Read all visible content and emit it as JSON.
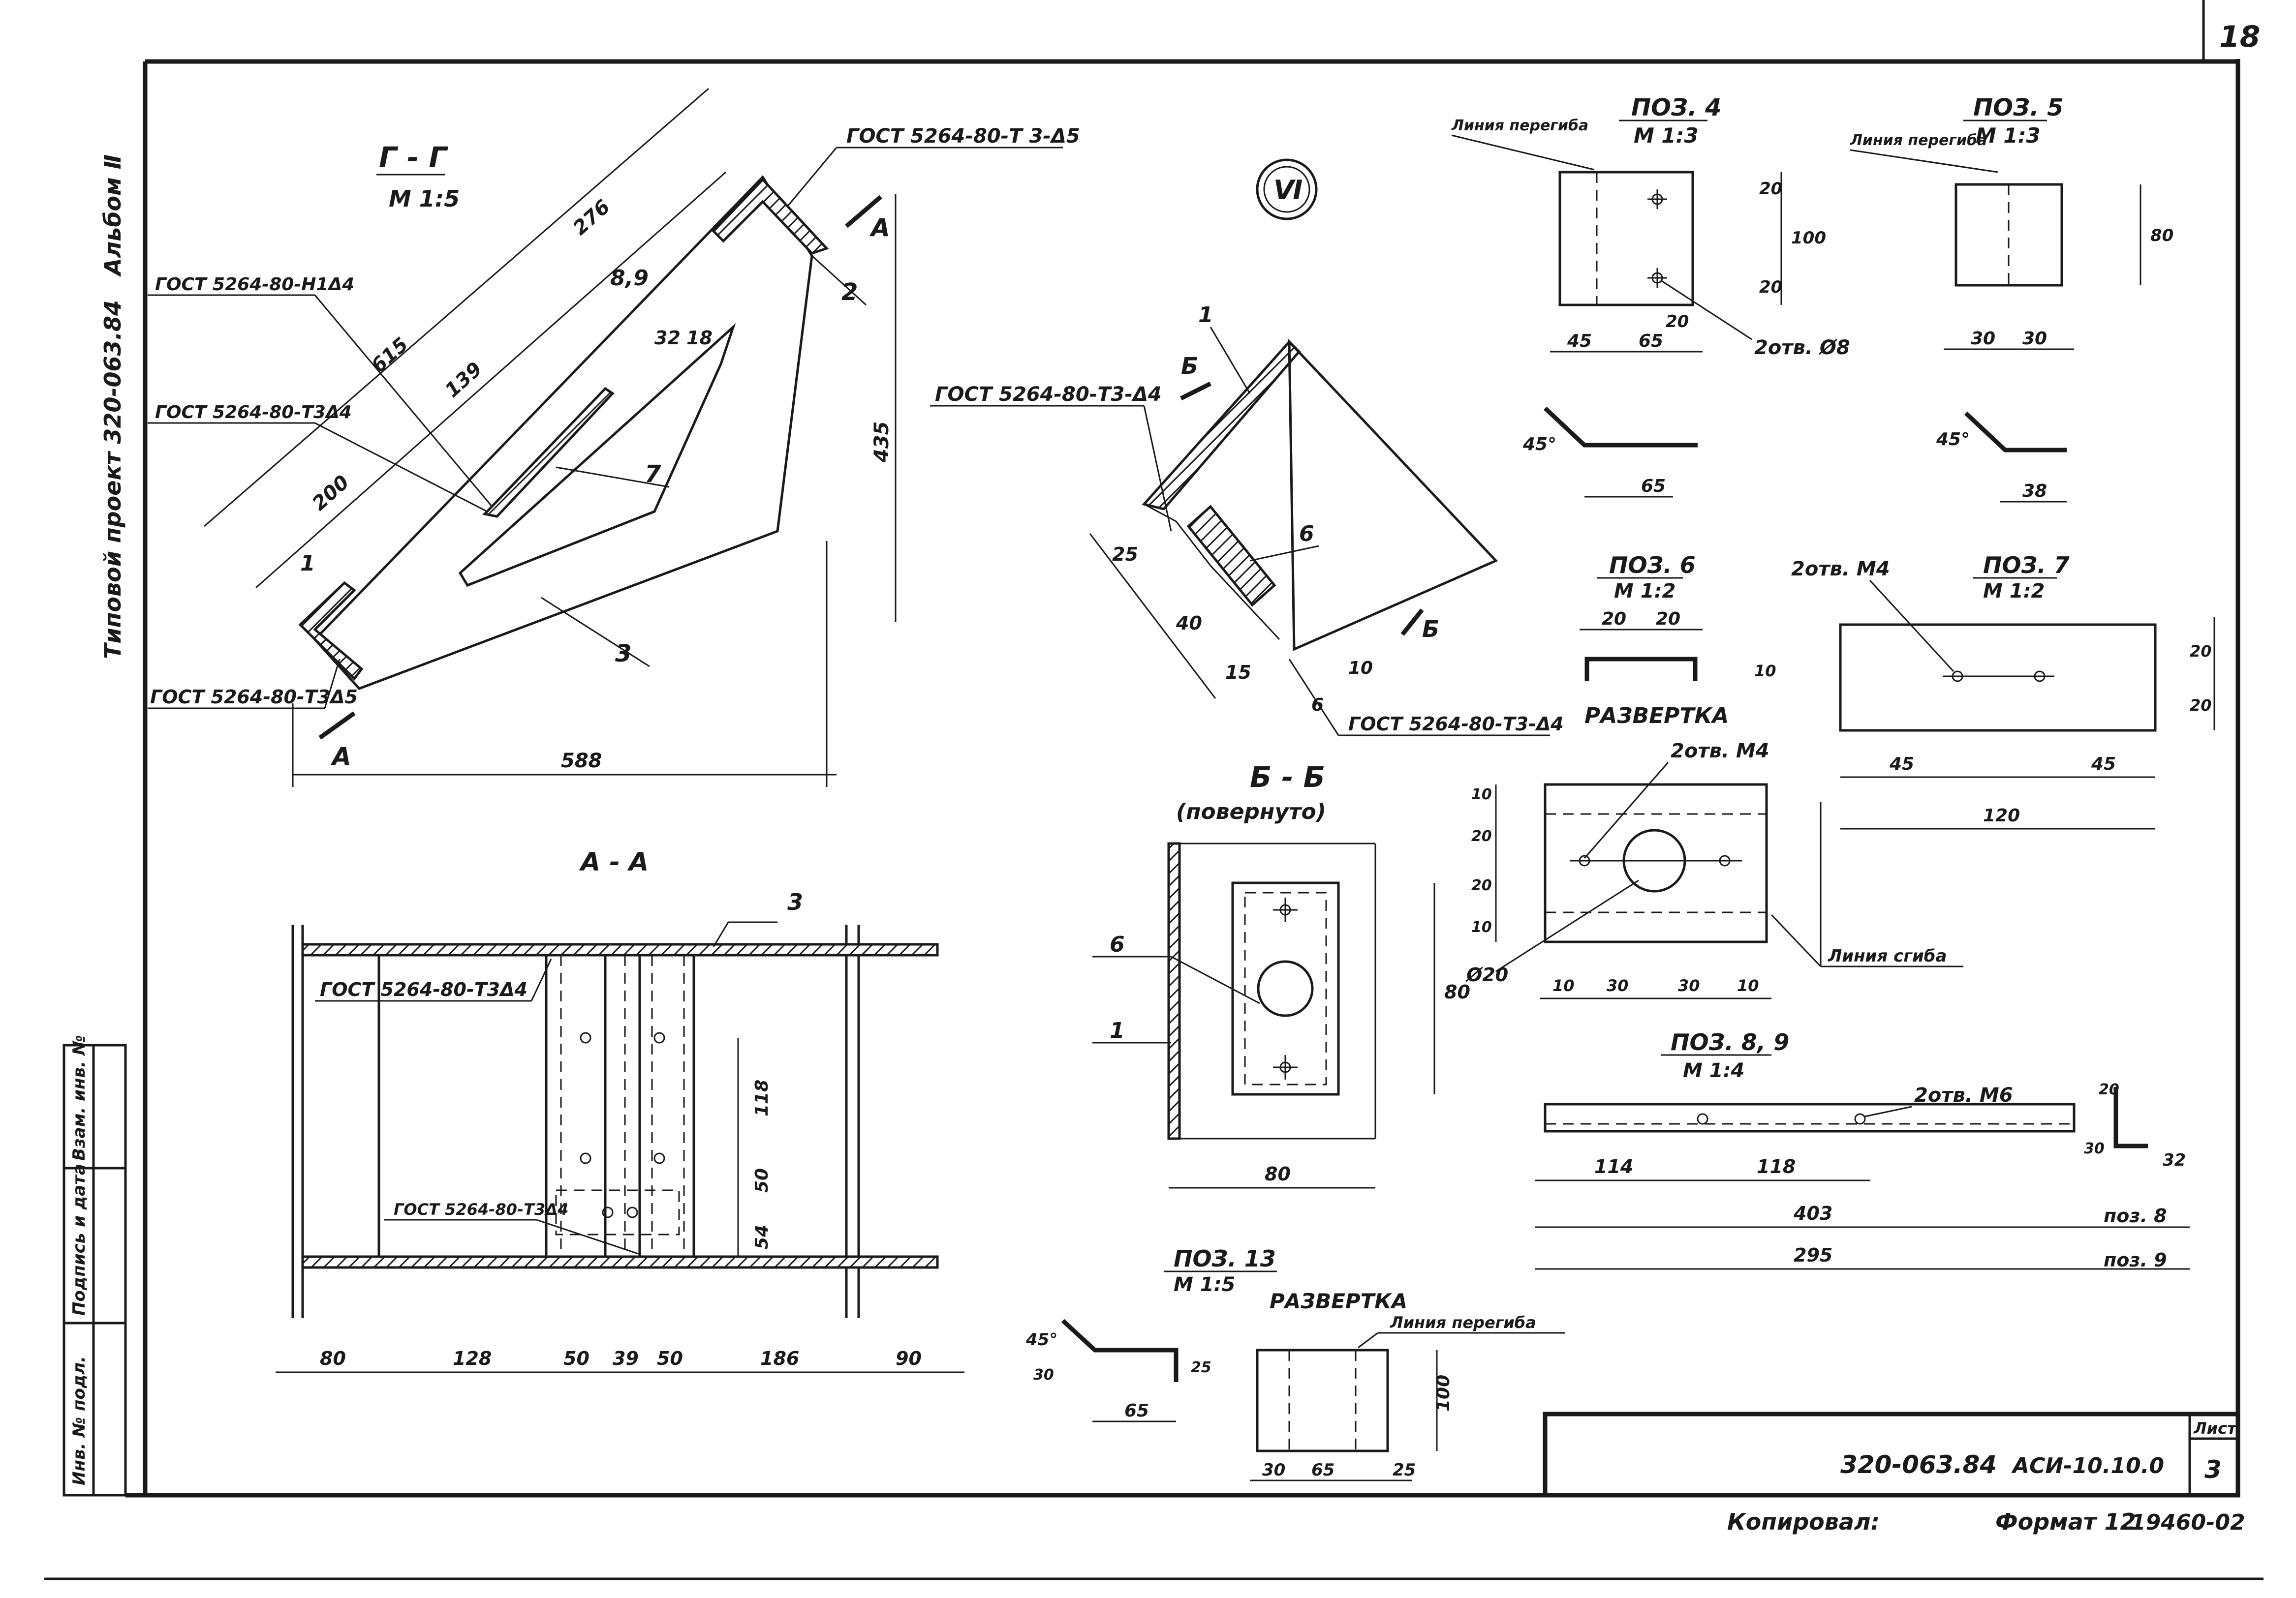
{
  "sheet": {
    "page_number": "18",
    "album": "Альбом Ⅱ",
    "project": "Типовой проект 320-063.84",
    "drawing_code": "320-063.84",
    "mark": "АСИ-10.10.0",
    "sheet_label": "Лист",
    "sheet_number": "3",
    "copied_by": "Копировал:",
    "format": "Формат 12",
    "order_no": "19460-02",
    "stamp_fields": [
      "Инв. № подл.",
      "Подпись и дата",
      "Взам. инв. №"
    ]
  },
  "view_g": {
    "title": "Г - Г",
    "scale": "М 1:5",
    "weld_top": "ГОСТ 5264-80-Т 3-Δ5",
    "weld_left1": "ГОСТ 5264-80-Н1Δ4",
    "weld_left2": "ГОСТ 5264-80-Т3Δ4",
    "weld_bottom": "ГОСТ 5264-80-Т3Δ5",
    "dims": [
      "615",
      "276",
      "139",
      "200",
      "8,9",
      "32",
      "18",
      "435",
      "588"
    ],
    "pos": [
      "1",
      "2",
      "3",
      "7"
    ],
    "section": "А"
  },
  "node6": {
    "label": "Ⅵ",
    "weld1": "ГОСТ 5264-80-Т3-Δ4",
    "weld2": "ГОСТ 5264-80-Т3-Δ4",
    "dims": [
      "25",
      "40",
      "15",
      "10",
      "6"
    ],
    "pos": [
      "1",
      "6"
    ],
    "section": "Б"
  },
  "pos4": {
    "title": "ПОЗ. 4",
    "scale": "М 1:3",
    "bend": "Линия перегиба",
    "dims": [
      "20",
      "100",
      "20",
      "20",
      "45",
      "65",
      "65"
    ],
    "holes": "2отв. Ø8",
    "angle": "45°"
  },
  "pos5": {
    "title": "ПОЗ. 5",
    "scale": "М 1:3",
    "bend": "Линия перегиба",
    "dims": [
      "80",
      "30",
      "30",
      "38"
    ],
    "angle": "45°"
  },
  "pos6": {
    "title": "ПОЗ. 6",
    "scale": "М 1:2",
    "dims": [
      "20",
      "20",
      "10"
    ],
    "unfold": "РАЗВЕРТКА",
    "holes": "2отв. М4",
    "hole_d": "Ø20",
    "bend": "Линия сгиба",
    "dims_unfold": [
      "10",
      "20",
      "20",
      "10",
      "10",
      "30",
      "30",
      "10"
    ]
  },
  "pos7": {
    "title": "ПОЗ. 7",
    "scale": "М 1:2",
    "holes": "2отв. М4",
    "dims": [
      "20",
      "20",
      "45",
      "45",
      "120"
    ]
  },
  "section_bb": {
    "title": "Б - Б",
    "subtitle": "(повернуто)",
    "dims": [
      "80",
      "80"
    ],
    "pos": [
      "6",
      "1"
    ]
  },
  "pos89": {
    "title": "ПОЗ. 8, 9",
    "scale": "М 1:4",
    "holes": "2отв. М6",
    "dims": [
      "114",
      "118",
      "403",
      "295",
      "20",
      "30",
      "32"
    ],
    "ref8": "поз. 8",
    "ref9": "поз. 9"
  },
  "view_a": {
    "title": "А - А",
    "weld1": "ГОСТ 5264-80-Т3Δ4",
    "weld2": "ГОСТ 5264-80-Т3Δ4",
    "pos": "3",
    "dims_bottom": [
      "80",
      "128",
      "50",
      "39",
      "50",
      "186",
      "90"
    ],
    "dims_right": [
      "118",
      "50",
      "54"
    ]
  },
  "pos13": {
    "title": "ПОЗ. 13",
    "scale": "М 1:5",
    "unfold": "РАЗВЕРТКА",
    "bend": "Линия перегиба",
    "angle": "45°",
    "dims": [
      "30",
      "65",
      "25",
      "100",
      "30",
      "65",
      "25"
    ]
  }
}
